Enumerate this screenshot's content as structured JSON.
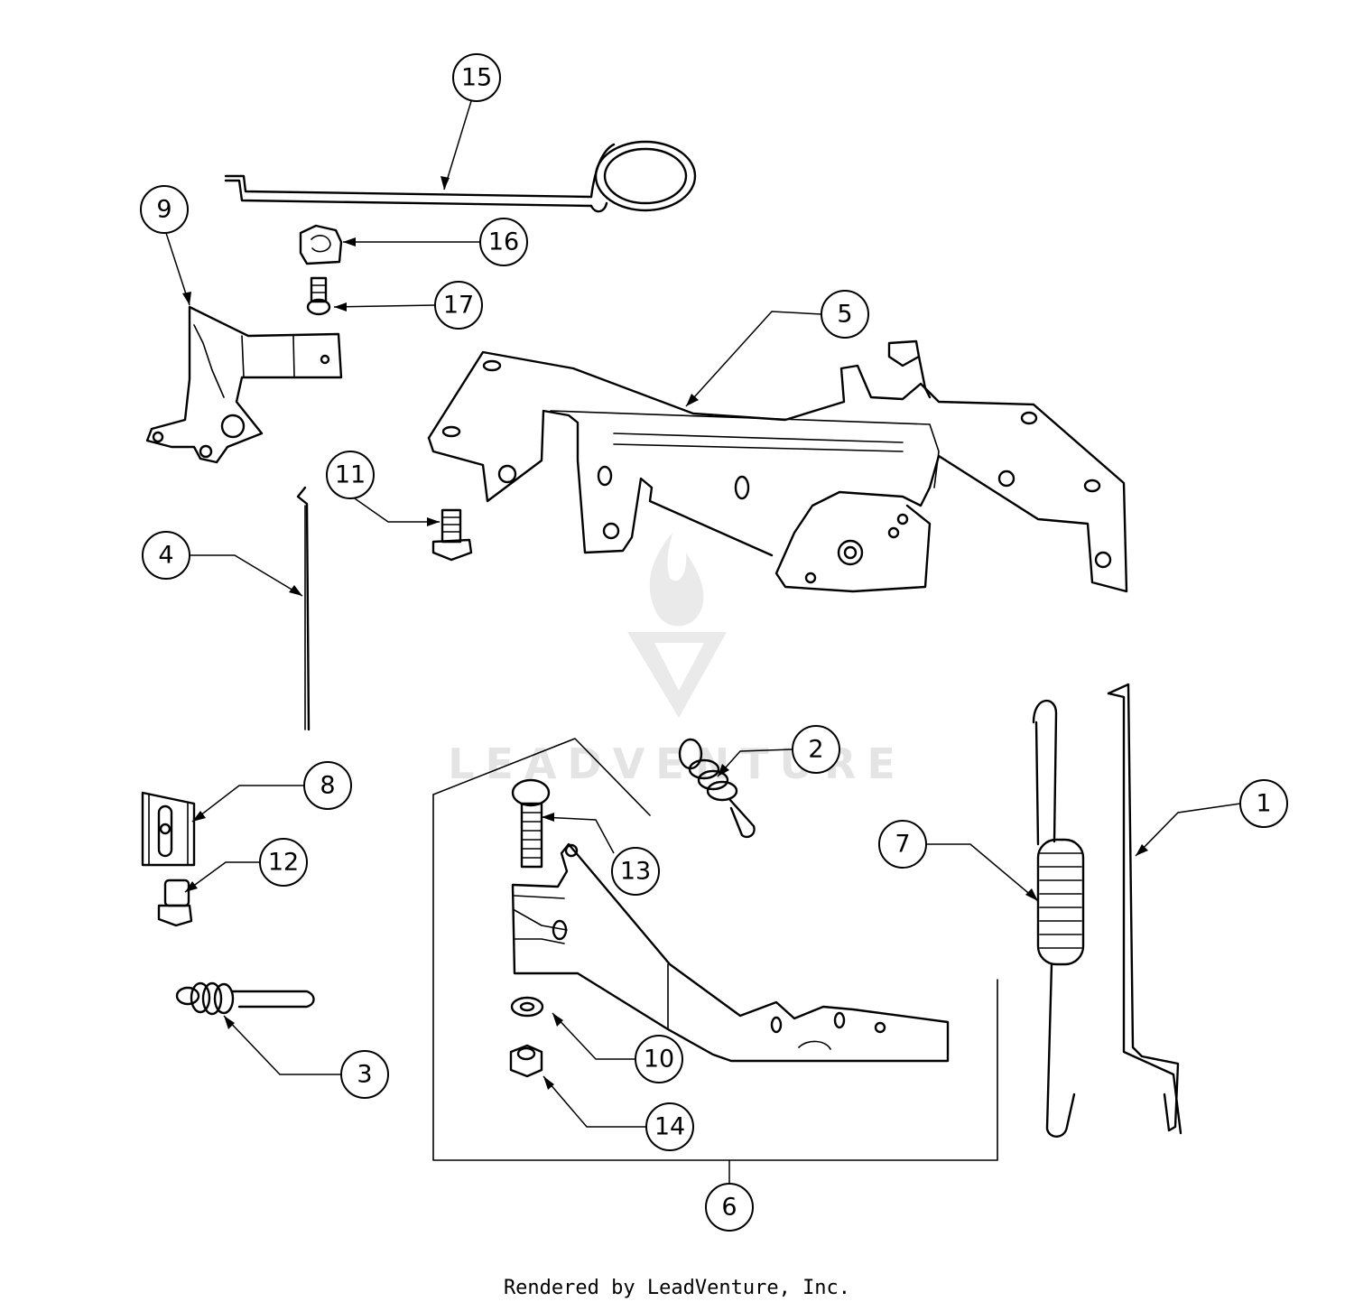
{
  "diagram": {
    "callouts": {
      "c1": "1",
      "c2": "2",
      "c3": "3",
      "c4": "4",
      "c5": "5",
      "c6": "6",
      "c7": "7",
      "c8": "8",
      "c9": "9",
      "c10": "10",
      "c11": "11",
      "c12": "12",
      "c13": "13",
      "c14": "14",
      "c15": "15",
      "c16": "16",
      "c17": "17"
    },
    "watermark": {
      "text": "LEADVENTURE",
      "icon": "leadventure-flame-logo-icon"
    }
  },
  "footer": {
    "text": "Rendered by LeadVenture, Inc."
  },
  "colors": {
    "ink": "#000000",
    "background": "#ffffff",
    "watermark": "#d9d9d9"
  }
}
